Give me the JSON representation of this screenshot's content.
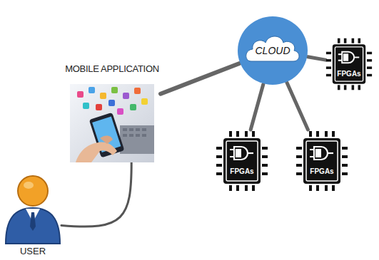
{
  "diagram": {
    "nodes": [
      {
        "text": [
          "CLOUD"
        ]
      },
      {
        "text": [
          "FPGAs"
        ]
      },
      {
        "text": [
          "MOBILE APPLICATION"
        ]
      },
      {
        "text": [
          "FPGAs"
        ]
      },
      {
        "text": [
          "FPGAs"
        ]
      },
      {
        "text": [
          "USER"
        ]
      }
    ],
    "edges": [
      {
        "from": 5,
        "to": 2,
        "arrow": "none"
      },
      {
        "from": 2,
        "to": 0,
        "arrow": "none"
      },
      {
        "from": 0,
        "to": 1,
        "arrow": "none"
      },
      {
        "from": 0,
        "to": 3,
        "arrow": "none"
      },
      {
        "from": 0,
        "to": 4,
        "arrow": "none"
      }
    ]
  }
}
